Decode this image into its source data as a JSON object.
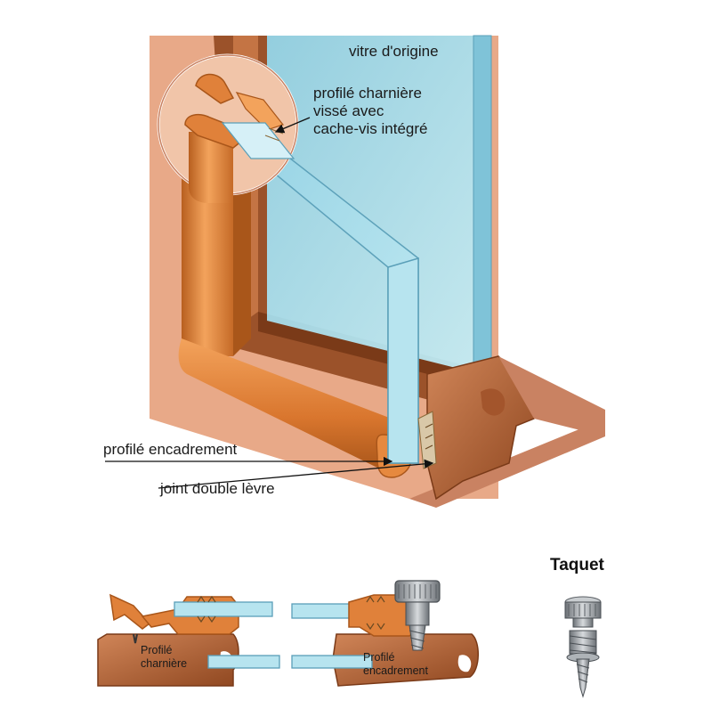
{
  "labels": {
    "vitre_origine": "vitre d'origine",
    "charniere_line1": "profilé charnière",
    "charniere_line2": "vissé avec",
    "charniere_line3": "cache-vis intégré",
    "encadrement": "profilé encadrement",
    "joint": "joint double lèvre",
    "taquet": "Taquet",
    "section_left_line1": "Profilé",
    "section_left_line2": "charnière",
    "section_right_line1": "Profilé",
    "section_right_line2": "encadrement"
  },
  "colors": {
    "wall": "#e8a988",
    "wall_shadow": "#c98262",
    "frame_orange": "#e0813a",
    "frame_dark": "#b85f1f",
    "wood": "#b5653a",
    "wood_dark": "#7a3a18",
    "glass": "#a9dbe8",
    "glass_edge": "#5a9fb8",
    "metal": "#9ea3a8"
  }
}
